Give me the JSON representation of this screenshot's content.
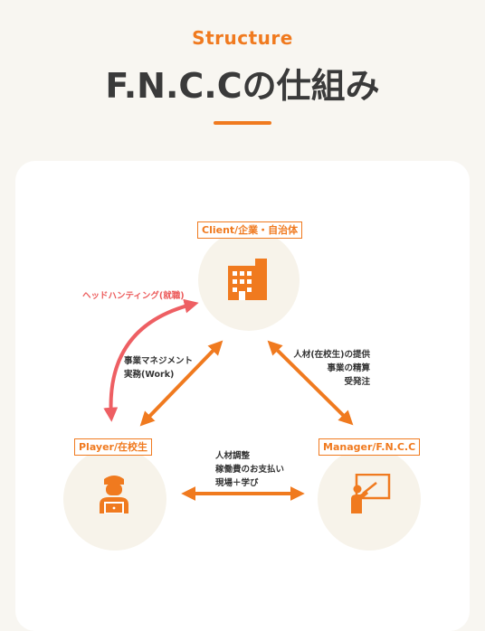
{
  "header": {
    "eyebrow": "Structure",
    "title": "F.N.C.Cの仕組み"
  },
  "colors": {
    "accent": "#f07a1f",
    "pink": "#ee5f63",
    "text": "#3a3a3a",
    "background": "#f8f6f1",
    "node_fill": "#f7f3ea"
  },
  "nodes": {
    "client": {
      "label": "Client/企業・自治体",
      "icon": "building-icon"
    },
    "player": {
      "label": "Player/在校生",
      "icon": "student-laptop-icon"
    },
    "manager": {
      "label": "Manager/F.N.C.C",
      "icon": "teacher-board-icon"
    }
  },
  "annotations": {
    "headhunting": "ヘッドハンティング(就職)",
    "player_client": [
      "事業マネジメント",
      "実務(Work)"
    ],
    "client_manager": [
      "人材(在校生)の提供",
      "事業の精算",
      "受発注"
    ],
    "player_manager": [
      "人材調整",
      "稼働費のお支払い",
      "現場＋学び"
    ]
  }
}
